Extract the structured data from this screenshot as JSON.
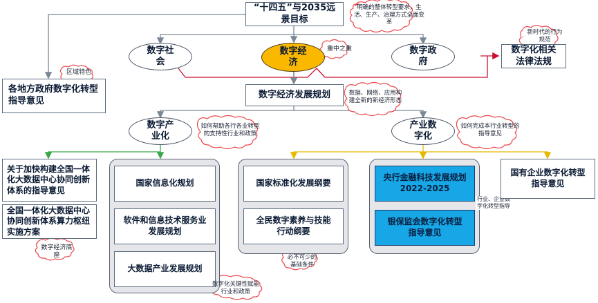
{
  "nodes": {
    "top_goal": "“十四五”与2035远景目标",
    "digital_society": "数字社会",
    "digital_economy": "数字经济",
    "digital_government": "数字政府",
    "regulations": "数字化相关法律法规",
    "local_gov": "各地方政府数字化转型指导意见",
    "dev_plan": "数字经济发展规划",
    "digital_industrialization": "数字产业化",
    "industrial_digitalization": "产业数字化",
    "data_center_opinion": "关于加快构建全国一体化大数据中心协同创新体系的指导意见",
    "computing_hub_plan": "全国一体化大数据中心协同创新体系算力枢纽实施方案",
    "informatization_plan": "国家信息化规划",
    "software_plan": "软件和信息技术服务业发展规划",
    "bigdata_plan": "大数据产业发展规划",
    "standardization": "国家标准化发展纲要",
    "literacy": "全民数字素养与技能行动纲要",
    "fintech_plan": "央行金融科技发展规划2022-2025",
    "cbirc_opinion": "银保监会数字化转型指导意见",
    "soe_opinion": "国有企业数字化转型指导意见"
  },
  "notes": {
    "top_goal": "明确的整体转型要求，生活、生产、治理方式全面变革",
    "economy_core": "重中之重",
    "regulations": "新时代的行为规范",
    "local_gov": "区域特色",
    "dev_plan": "数据、网络、应用构建全新的新经济形态",
    "digital_industrialization": "如何帮助各行各业转型的支持性行业和政策",
    "industrial_digitalization": "如何完成本行业转型的指导意见",
    "data_base": "数字经济底座",
    "foundation": "必不可少的基础条件",
    "key_empower": "数字化关键性赋能行业和政策",
    "finance": "行业、企业数字化转型指导"
  },
  "colors": {
    "economy_fill": "#fbb800",
    "blue_fill": "#17a6e6",
    "note_outline": "#e8484c",
    "arrow_gray": "#7a8796",
    "arrow_red": "#c8102e",
    "arrow_green": "#39a84a",
    "arrow_yellow": "#e6b800"
  }
}
